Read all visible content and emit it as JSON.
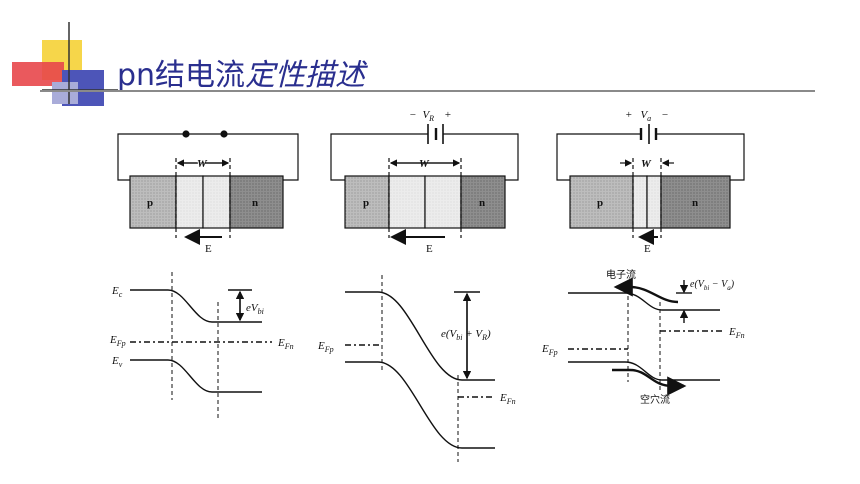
{
  "slide": {
    "title_prefix": "pn结电流",
    "title_italic": "定性描述"
  },
  "figures": {
    "panel1": {
      "w_label": "W",
      "p_label": "p",
      "n_label": "n",
      "e_label": "E",
      "ec_label": "E",
      "ec_sub": "c",
      "ev_label": "E",
      "ev_sub": "v",
      "efp_label": "E",
      "efp_sub": "Fp",
      "efn_label": "E",
      "efn_sub": "Fn",
      "barrier_label": "eV",
      "barrier_sub": "bi"
    },
    "panel2": {
      "bias_minus": "−",
      "bias_label": "V",
      "bias_sub": "R",
      "bias_plus": "+",
      "w_label": "W",
      "p_label": "p",
      "n_label": "n",
      "e_label": "E",
      "efp_label": "E",
      "efp_sub": "Fp",
      "efn_label": "E",
      "efn_sub": "Fn",
      "barrier_label": "e(V",
      "barrier_sub": "bi",
      "barrier_tail": " + V",
      "barrier_sub2": "R",
      "barrier_close": ")"
    },
    "panel3": {
      "bias_plus": "+",
      "bias_label": "V",
      "bias_sub": "a",
      "bias_minus": "−",
      "w_label": "W",
      "p_label": "p",
      "n_label": "n",
      "e_label": "E",
      "electron_flow": "电子流",
      "hole_flow": "空穴流",
      "barrier_label": "e(V",
      "barrier_sub": "bi",
      "barrier_tail": " − V",
      "barrier_sub2": "a",
      "barrier_close": ")",
      "efp_label": "E",
      "efp_sub": "Fp",
      "efn_label": "E",
      "efn_sub": "Fn"
    }
  }
}
